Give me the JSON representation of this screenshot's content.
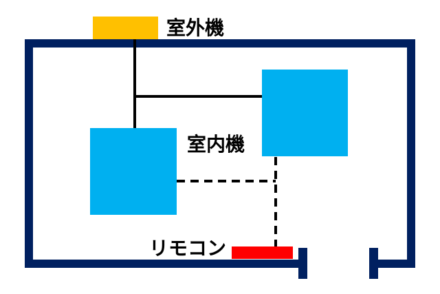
{
  "labels": {
    "outdoor_unit": "室外機",
    "indoor_unit": "室内機",
    "remote_control": "リモコン"
  },
  "colors": {
    "wall": "#002060",
    "outdoor_unit": "#FFC000",
    "indoor_unit": "#00B0F0",
    "remote_control": "#FF0000",
    "piping": "#000000",
    "background": "#FFFFFF"
  }
}
